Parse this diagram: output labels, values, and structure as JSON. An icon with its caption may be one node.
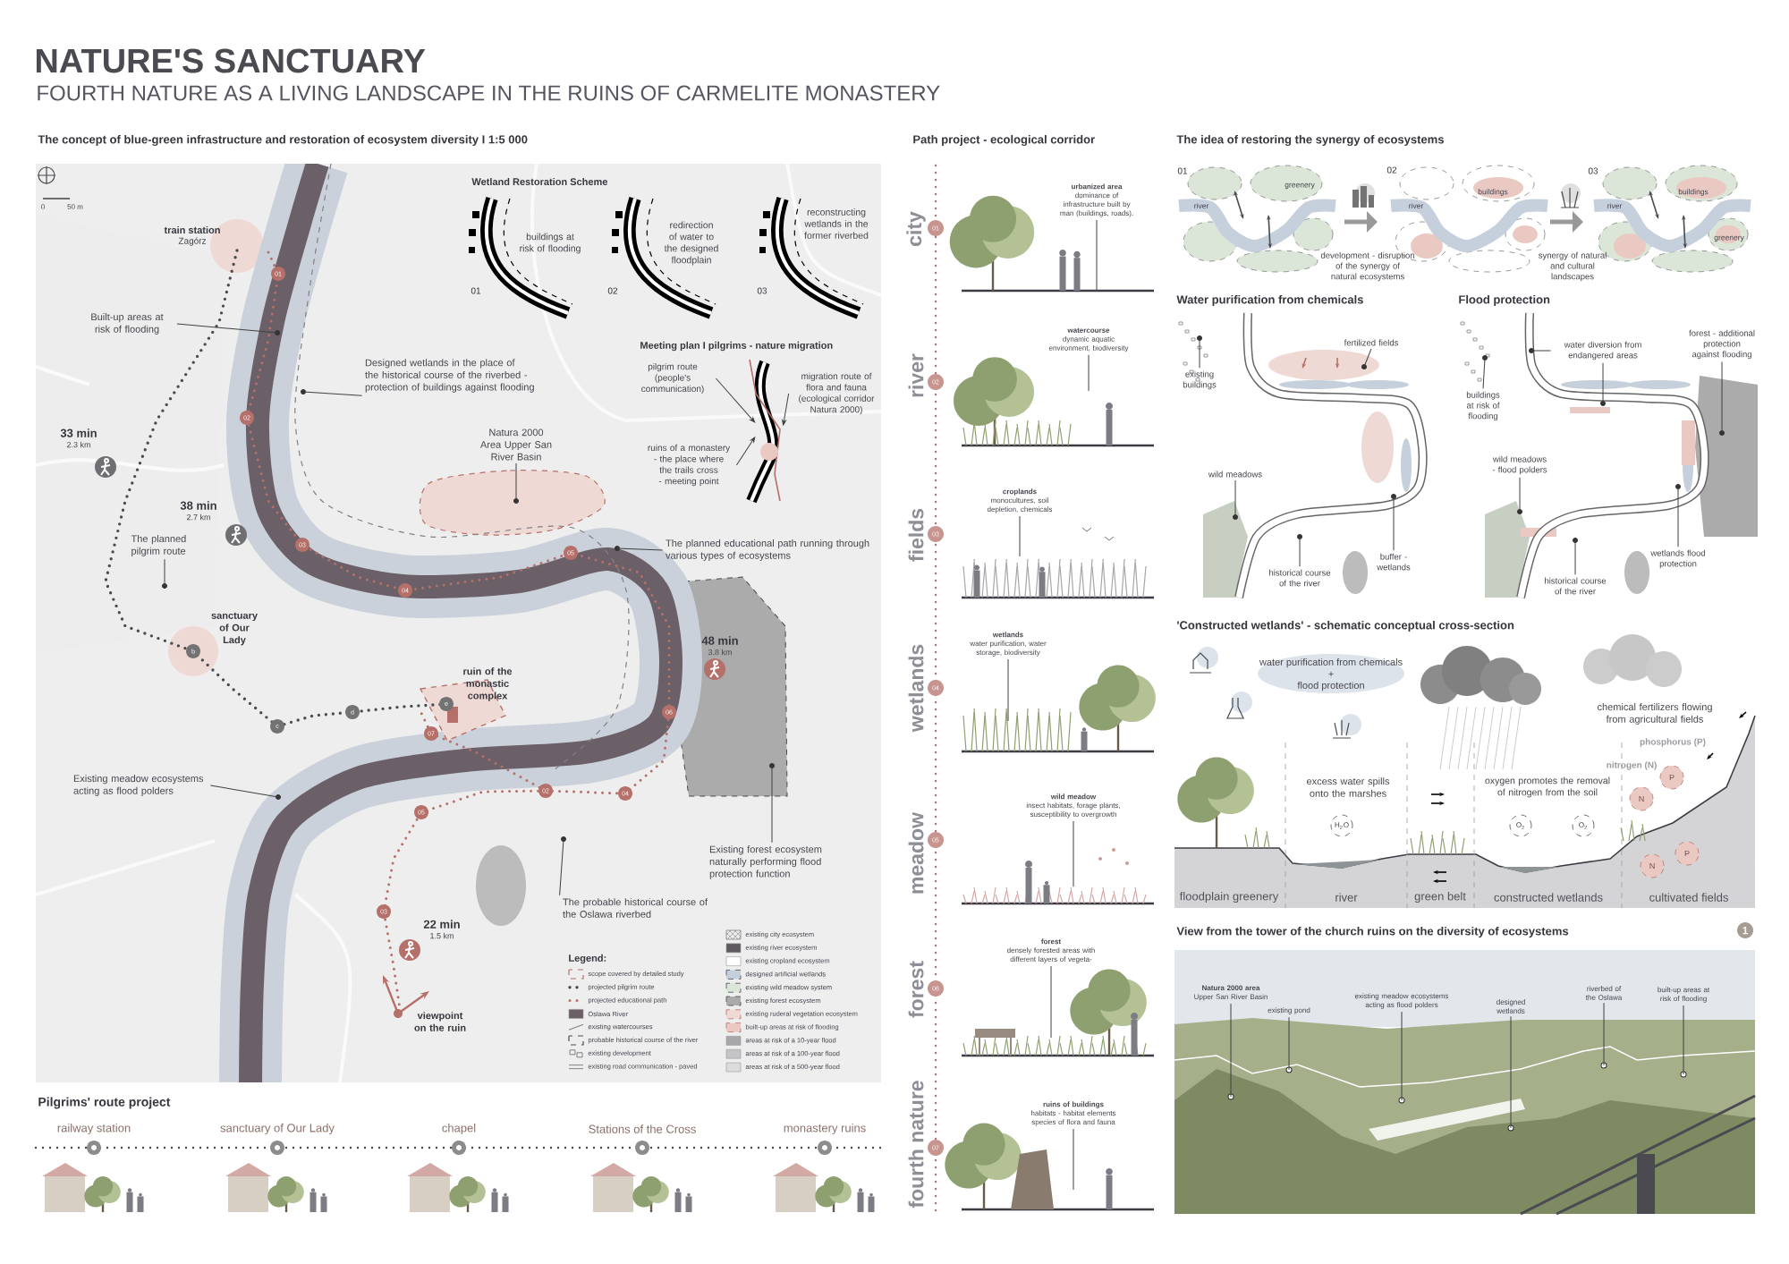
{
  "diagram": {
    "title": "NATURE'S SANCTUARY",
    "nodes": [
      {
        "text": [
          "Built-up areas at risk of flooding"
        ]
      },
      {
        "text": [
          "Designed wetlands in the place of the historical course of the riverbed - protection of buildings against flooding"
        ]
      },
      {
        "text": [
          "Natura 2000 Area Upper San River Basin"
        ]
      },
      {
        "text": [
          "The planned pilgrim route"
        ]
      },
      {
        "text": [
          "The planned educational path running through various types of ecosystems"
        ]
      },
      {
        "text": [
          "Existing meadow ecosystems acting as flood polders"
        ]
      },
      {
        "text": [
          "Existing forest ecosystem naturally performing flood protection function"
        ]
      },
      {
        "text": [
          "The probable historical course of the Oslawa riverbed"
        ]
      },
      {
        "text": [
          "pilgrim route (people's communication)"
        ]
      },
      {
        "text": [
          "migration route of flora and fauna (ecological corridor Natura 2000)"
        ]
      },
      {
        "text": [
          "ruins of a monastery - the place where the trails cross - meeting point"
        ]
      },
      {
        "text": [
          "existing buildings"
        ]
      },
      {
        "text": [
          "fertilized fields"
        ]
      },
      {
        "text": [
          "wild meadows"
        ]
      },
      {
        "text": [
          "historical course of the river"
        ]
      },
      {
        "text": [
          "buffer - wetlands"
        ]
      },
      {
        "text": [
          "water diversion from endangered areas"
        ]
      },
      {
        "text": [
          "forest - additional protection against flooding"
        ]
      },
      {
        "text": [
          "buildings at risk of flooding"
        ]
      },
      {
        "text": [
          "wild meadows - flood polders"
        ]
      },
      {
        "text": [
          "historical course of the river"
        ]
      },
      {
        "text": [
          "wetlands flood protection"
        ]
      },
      {
        "text": [
          "urbanized area",
          "dominance of infrastructure built by man (buildings, roads)."
        ]
      },
      {
        "text": [
          "watercourse",
          "dynamic aquatic environment, biodiversity"
        ]
      },
      {
        "text": [
          "croplands",
          "monocultures, soil depletion, chemicals"
        ]
      },
      {
        "text": [
          "wetlands",
          "water purification, water storage, biodiversity"
        ]
      },
      {
        "text": [
          "wild meadow",
          "insect habitats, forage plants, susceptibility to overgrowth"
        ]
      },
      {
        "text": [
          "forest",
          "densely forested areas with different layers of vegeta-"
        ]
      },
      {
        "text": [
          "ruins of buildings",
          "habitats - habitat elements species of flora and fauna"
        ]
      },
      {
        "text": [
          "Natura 2000 area",
          "Upper San River Basin"
        ]
      },
      {
        "text": [
          "existing pond"
        ]
      },
      {
        "text": [
          "existing meadow ecosystems acting as flood polders"
        ]
      },
      {
        "text": [
          "designed wetlands"
        ]
      },
      {
        "text": [
          "riverbed of the Oslawa"
        ]
      },
      {
        "text": [
          "built-up areas at risk of flooding"
        ]
      },
      {
        "text": [],
        "shape": "picture"
      },
      {
        "text": [],
        "shape": "circle"
      },
      {
        "text": [],
        "shape": "circle"
      },
      {
        "text": [],
        "shape": "circle"
      },
      {
        "text": [],
        "shape": "circle"
      },
      {
        "text": [],
        "shape": "circle"
      },
      {
        "text": [],
        "shape": "circle"
      },
      {
        "text": [],
        "shape": "circle"
      },
      {
        "text": [],
        "shape": "circle"
      },
      {
        "text": [],
        "shape": "circle"
      },
      {
        "text": [],
        "shape": "circle"
      },
      {
        "text": [],
        "shape": "circle"
      },
      {
        "text": [],
        "shape": "circle"
      },
      {
        "text": [],
        "shape": "circle"
      },
      {
        "text": [],
        "shape": "circle"
      },
      {
        "text": [],
        "shape": "circle"
      },
      {
        "text": [],
        "shape": "circle"
      },
      {
        "text": [],
        "shape": "circle"
      },
      {
        "text": [],
        "shape": "circle"
      },
      {
        "text": [],
        "shape": "circle"
      },
      {
        "text": [],
        "shape": "circle"
      },
      {
        "text": [],
        "shape": "circle"
      },
      {
        "text": [],
        "shape": "circle"
      },
      {
        "text": [],
        "shape": "circle"
      },
      {
        "text": [],
        "shape": "circle"
      },
      {
        "text": [],
        "shape": "circle"
      },
      {
        "text": [],
        "shape": "circle"
      }
    ],
    "edges": [
      {
        "from": 0,
        "to": 36,
        "arrow": "none"
      },
      {
        "from": 1,
        "to": 37,
        "arrow": "none"
      },
      {
        "from": 2,
        "to": 38,
        "arrow": "none"
      },
      {
        "from": 3,
        "to": 39,
        "arrow": "none"
      },
      {
        "from": 4,
        "to": 40,
        "arrow": "none"
      },
      {
        "from": 5,
        "to": 41,
        "arrow": "none"
      },
      {
        "from": 6,
        "to": 42,
        "arrow": "none"
      },
      {
        "from": 7,
        "to": 43,
        "arrow": "none"
      },
      {
        "from": 8,
        "to": 35,
        "arrow": "to"
      },
      {
        "from": 9,
        "to": 35,
        "arrow": "to"
      },
      {
        "from": 10,
        "to": 35,
        "arrow": "to"
      },
      {
        "from": 11,
        "to": 44,
        "arrow": "none"
      },
      {
        "from": 12,
        "to": 45,
        "arrow": "none"
      },
      {
        "from": 13,
        "to": 46,
        "arrow": "none"
      },
      {
        "from": 14,
        "to": 47,
        "arrow": "none"
      },
      {
        "from": 15,
        "to": 48,
        "arrow": "none"
      },
      {
        "from": 16,
        "to": 49,
        "arrow": "none"
      },
      {
        "from": 16,
        "to": 50,
        "arrow": "none"
      },
      {
        "from": 17,
        "to": 51,
        "arrow": "none"
      },
      {
        "from": 18,
        "to": 52,
        "arrow": "none"
      },
      {
        "from": 19,
        "to": 53,
        "arrow": "none"
      },
      {
        "from": 20,
        "to": 54,
        "arrow": "none"
      },
      {
        "from": 21,
        "to": 55,
        "arrow": "none"
      },
      {
        "from": 22,
        "to": null,
        "arrow": "none"
      },
      {
        "from": 23,
        "to": null,
        "arrow": "none"
      },
      {
        "from": 24,
        "to": null,
        "arrow": "none"
      },
      {
        "from": 25,
        "to": null,
        "arrow": "none"
      },
      {
        "from": 26,
        "to": null,
        "arrow": "none"
      },
      {
        "from": 27,
        "to": null,
        "arrow": "none"
      },
      {
        "from": 28,
        "to": null,
        "arrow": "none"
      },
      {
        "from": 29,
        "to": 56,
        "arrow": "none"
      },
      {
        "from": 30,
        "to": 57,
        "arrow": "none"
      },
      {
        "from": 31,
        "to": 58,
        "arrow": "none"
      },
      {
        "from": 32,
        "to": 59,
        "arrow": "none"
      },
      {
        "from": 33,
        "to": 60,
        "arrow": "none"
      },
      {
        "from": 34,
        "to": 61,
        "arrow": "none"
      }
    ],
    "labels": [
      "FOURTH NATURE AS A LIVING LANDSCAPE IN THE RUINS OF CARMELITE MONASTERY",
      "The concept of blue-green infrastructure and restoration of ecosystem diversity I 1:5 000",
      "Path project - ecological corridor",
      "The idea of restoring the synergy of ecosystems",
      "0",
      "50 m",
      "train station",
      "Zagórz",
      "33 min",
      "2.3 km",
      "38 min",
      "2.7 km",
      "Wetland Restoration Scheme",
      "buildings at risk of flooding",
      "redirection of water to the designed floodplain",
      "reconstructing wetlands in the former riverbed",
      "01",
      "02",
      "03",
      "Meeting plan I pilgrims - nature migration",
      "sanctuary of Our Lady",
      "ruin of the monastic complex",
      "48 min",
      "3.8 km",
      "22 min",
      "1.5 km",
      "viewpoint on the ruin",
      "01",
      "02",
      "03",
      "04",
      "05",
      "06",
      "07",
      "02",
      "04",
      "05",
      "03",
      "b",
      "c",
      "d",
      "e",
      "Legend:",
      "Pilgrims' route project",
      "railway station",
      "sanctuary of Our Lady",
      "chapel",
      "Stations of the Cross",
      "monastery ruins",
      "city",
      "river",
      "fields",
      "wetlands",
      "meadow",
      "forest",
      "fourth nature",
      "01",
      "02",
      "03",
      "04",
      "05",
      "06",
      "07",
      "01",
      "02",
      "03",
      "greenery",
      "river",
      "buildings",
      "river",
      "buildings",
      "river",
      "greenery",
      "development - disruption of the synergy of natural ecosystems",
      "synergy of natural and cultural landscapes",
      "Water purification from chemicals",
      "Flood protection",
      "'Constructed wetlands' - schematic conceptual cross-section",
      "water purification from chemicals",
      "+",
      "flood protection",
      "excess water spills onto the marshes",
      "oxygen promotes the removal of nitrogen from the soil",
      "chemical fertilizers flowing from agricultural fields",
      "phosphorus (P)",
      "nitrogen (N)",
      "H$_{2}$O",
      "O$_{2}$",
      "O$_{2}$",
      "P",
      "N",
      "P",
      "N",
      "floodplain greenery",
      "river",
      "green belt",
      "constructed wetlands",
      "cultivated fields",
      "View from the tower of the church ruins on the diversity of ecosystems",
      "1"
    ],
    "legend": [
      {
        "text": "scope covered by detailed study"
      },
      {
        "text": "projected pilgrim route"
      },
      {
        "text": "projected educational path"
      },
      {
        "text": "Oslawa River",
        "color": "#6b6068"
      },
      {
        "text": "existing watercourses"
      },
      {
        "text": "probable historical course of the river"
      },
      {
        "text": "existing development"
      },
      {
        "text": "existing road communication - paved"
      },
      {
        "text": "existing city ecosystem"
      },
      {
        "text": "existing river ecosystem",
        "color": "#5f5a60"
      },
      {
        "text": "existing cropland ecosystem",
        "color": "#ffffff"
      },
      {
        "text": "designed artificial wetlands"
      },
      {
        "text": "existing wild meadow system"
      },
      {
        "text": "existing forest ecosystem"
      },
      {
        "text": "existing ruderal vegetation ecosystem"
      },
      {
        "text": "built-up areas at risk of flooding"
      },
      {
        "text": "areas at risk of a 10-year flood",
        "color": "#a8a8aa"
      },
      {
        "text": "areas at risk of a 100-year flood",
        "color": "#c4c4c6"
      },
      {
        "text": "areas at risk of a 500-year flood",
        "color": "#dcdcde"
      }
    ]
  }
}
